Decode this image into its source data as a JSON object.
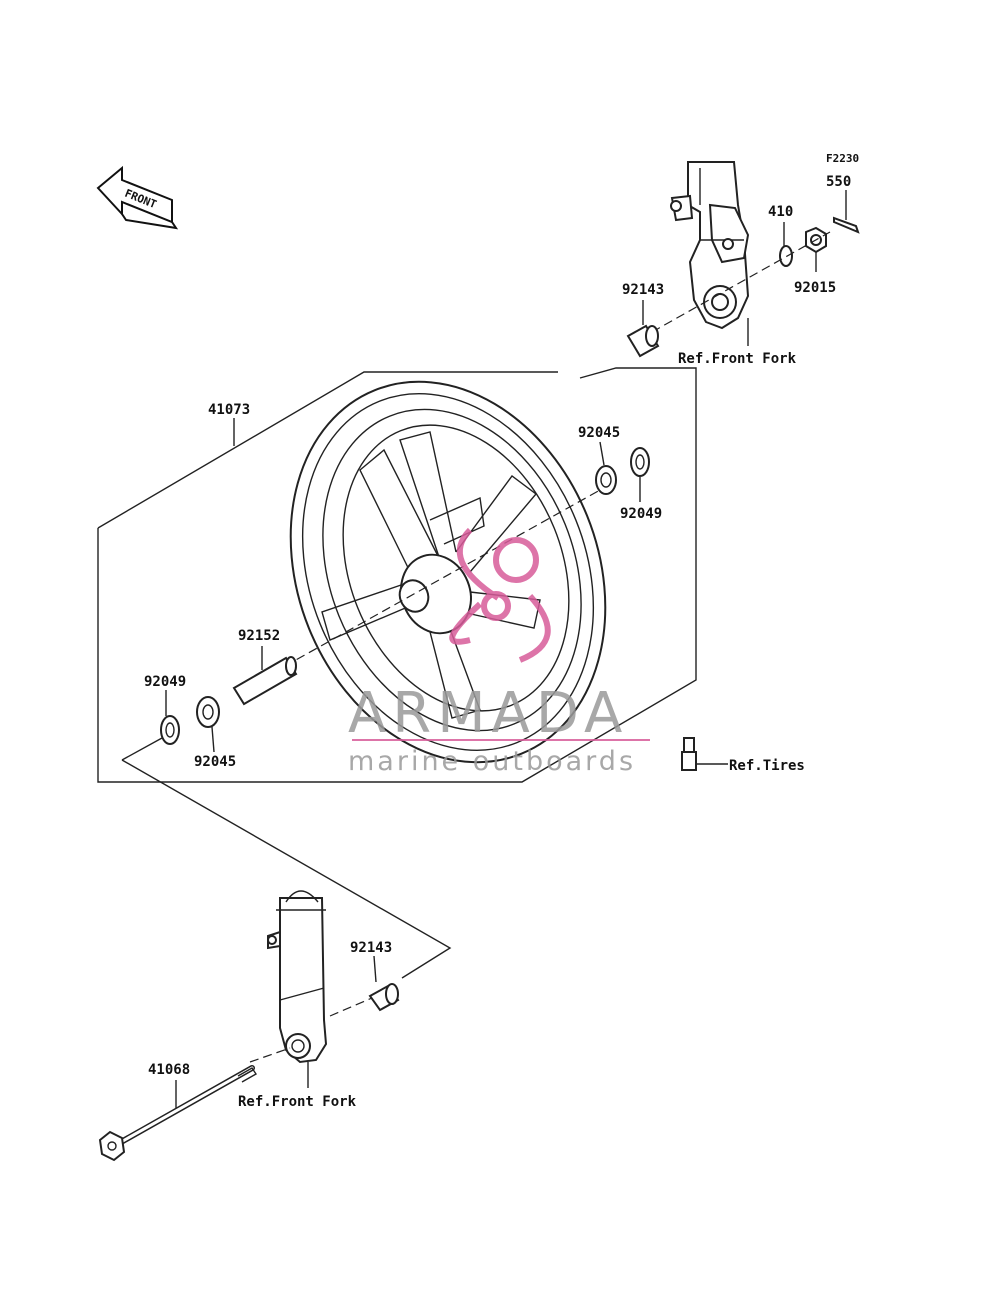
{
  "figure_code": "F2230",
  "front_arrow_label": "FRONT",
  "parts": {
    "p550": "550",
    "p410": "410",
    "p92015": "92015",
    "p92143_top": "92143",
    "p41073": "41073",
    "p92045_right": "92045",
    "p92049_right": "92049",
    "p92152": "92152",
    "p92049_left": "92049",
    "p92045_left": "92045",
    "p92143_bottom": "92143",
    "p41068": "41068"
  },
  "refs": {
    "front_fork_top": "Ref.Front Fork",
    "tires": "Ref.Tires",
    "front_fork_bottom": "Ref.Front Fork"
  },
  "watermark": {
    "brand": "ARMADA",
    "tagline": "marine outboards",
    "accent_color": "#d85c9a",
    "text_color": "#9a9a9a"
  }
}
